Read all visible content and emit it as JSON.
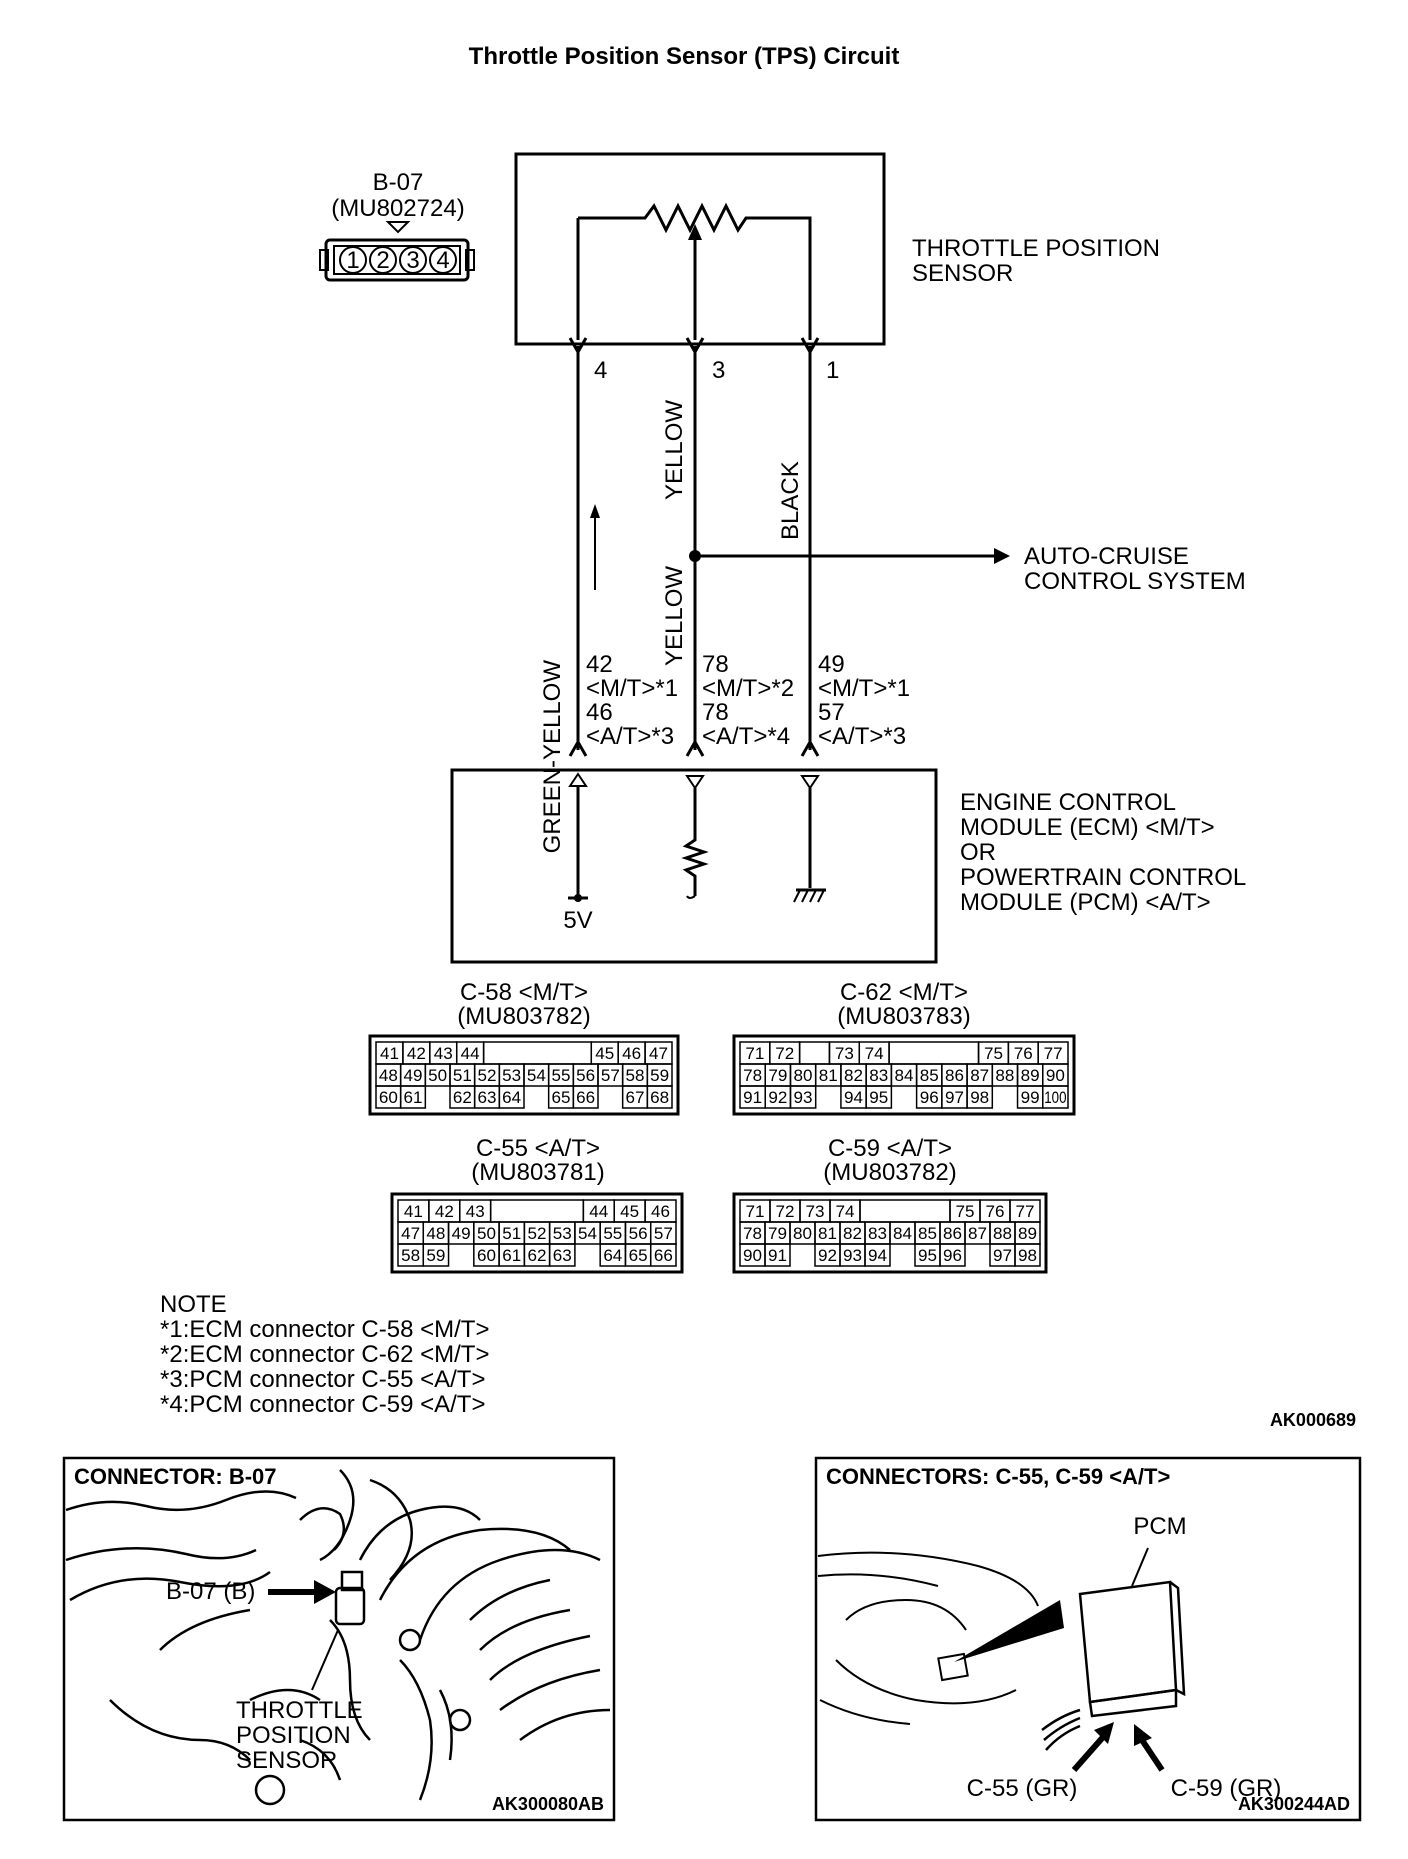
{
  "title": "Throttle Position Sensor (TPS) Circuit",
  "b07_connector": {
    "name": "B-07",
    "part": "(MU802724)",
    "pins": [
      "1",
      "2",
      "3",
      "4"
    ]
  },
  "tps_label": [
    "THROTTLE POSITION",
    "SENSOR"
  ],
  "tps_pins": {
    "left": "4",
    "mid": "3",
    "right": "1"
  },
  "wires": {
    "green_yellow": "GREEN-YELLOW",
    "yellow_top": "YELLOW",
    "yellow_bottom": "YELLOW",
    "black": "BLACK"
  },
  "auto_cruise": [
    "AUTO-CRUISE",
    "CONTROL SYSTEM"
  ],
  "ecm_pins": {
    "left": [
      "42",
      "<M/T>*1",
      "46",
      "<A/T>*3"
    ],
    "mid": [
      "78",
      "<M/T>*2",
      "78",
      "<A/T>*4"
    ],
    "right": [
      "49",
      "<M/T>*1",
      "57",
      "<A/T>*3"
    ]
  },
  "ecm_label": [
    "ENGINE CONTROL",
    "MODULE (ECM) <M/T>",
    "OR",
    "POWERTRAIN CONTROL",
    "MODULE (PCM) <A/T>"
  ],
  "voltage": "5V",
  "connectors": [
    {
      "id": "c58",
      "name": "C-58 <M/T>",
      "part": "(MU803782)",
      "rows": [
        [
          "41",
          "42",
          "43",
          "44",
          "",
          "",
          "",
          "",
          "45",
          "46",
          "47"
        ],
        [
          "48",
          "49",
          "50",
          "51",
          "52",
          "53",
          "54",
          "55",
          "56",
          "57",
          "58",
          "59"
        ],
        [
          "60",
          "61",
          "",
          "62",
          "63",
          "64",
          "",
          "65",
          "66",
          "",
          "67",
          "68"
        ]
      ]
    },
    {
      "id": "c62",
      "name": "C-62 <M/T>",
      "part": "(MU803783)",
      "rows": [
        [
          "71",
          "72",
          "",
          "73",
          "74",
          "",
          "",
          "",
          "75",
          "76",
          "77"
        ],
        [
          "78",
          "79",
          "80",
          "81",
          "82",
          "83",
          "84",
          "85",
          "86",
          "87",
          "88",
          "89",
          "90"
        ],
        [
          "91",
          "92",
          "93",
          "",
          "94",
          "95",
          "",
          "96",
          "97",
          "98",
          "",
          "99",
          "100"
        ]
      ]
    },
    {
      "id": "c55",
      "name": "C-55 <A/T>",
      "part": "(MU803781)",
      "rows": [
        [
          "41",
          "42",
          "43",
          "",
          "",
          "",
          "44",
          "45",
          "46"
        ],
        [
          "47",
          "48",
          "49",
          "50",
          "51",
          "52",
          "53",
          "54",
          "55",
          "56",
          "57"
        ],
        [
          "58",
          "59",
          "",
          "60",
          "61",
          "62",
          "63",
          "",
          "64",
          "65",
          "66"
        ]
      ]
    },
    {
      "id": "c59",
      "name": "C-59 <A/T>",
      "part": "(MU803782)",
      "rows": [
        [
          "71",
          "72",
          "73",
          "74",
          "",
          "",
          "",
          "75",
          "76",
          "77"
        ],
        [
          "78",
          "79",
          "80",
          "81",
          "82",
          "83",
          "84",
          "85",
          "86",
          "87",
          "88",
          "89"
        ],
        [
          "90",
          "91",
          "",
          "92",
          "93",
          "94",
          "",
          "95",
          "96",
          "",
          "97",
          "98"
        ]
      ]
    }
  ],
  "notes": [
    "NOTE",
    "*1:ECM connector C-58 <M/T>",
    "*2:ECM connector C-62 <M/T>",
    "*3:PCM connector C-55 <A/T>",
    "*4:PCM connector C-59 <A/T>"
  ],
  "figure_code": "AK000689",
  "panel_left": {
    "title": "CONNECTOR: B-07",
    "callout": "B-07 (B)",
    "sensor": [
      "THROTTLE",
      "POSITION",
      "SENSOR"
    ],
    "code": "AK300080AB"
  },
  "panel_right": {
    "title": "CONNECTORS: C-55, C-59 <A/T>",
    "pcm": "PCM",
    "c55": "C-55 (GR)",
    "c59": "C-59 (GR)",
    "code": "AK300244AD"
  }
}
